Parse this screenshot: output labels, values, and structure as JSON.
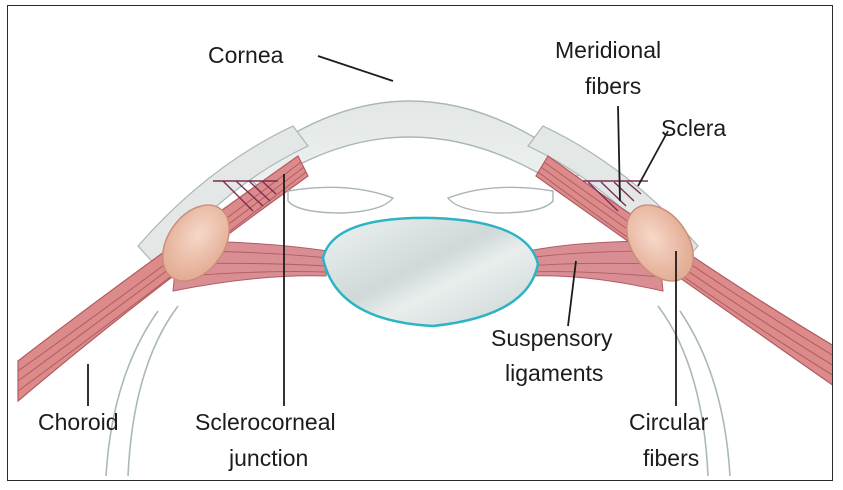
{
  "diagram": {
    "labels": {
      "cornea": "Cornea",
      "meridional_1": "Meridional",
      "meridional_2": "fibers",
      "sclera": "Sclera",
      "suspensory_1": "Suspensory",
      "suspensory_2": "ligaments",
      "choroid": "Choroid",
      "sclerocorneal_1": "Sclerocorneal",
      "sclerocorneal_2": "junction",
      "circular_1": "Circular",
      "circular_2": "fibers"
    },
    "colors": {
      "muscle": "#dc8a8a",
      "muscle_stripe": "#b05c62",
      "ciliary_body": "#efc3ad",
      "lens_outline": "#2db4c4",
      "lens_fill": "#d9e2e1",
      "cornea_fill": "#e7ebea",
      "outline": "#9aa6a8"
    }
  }
}
